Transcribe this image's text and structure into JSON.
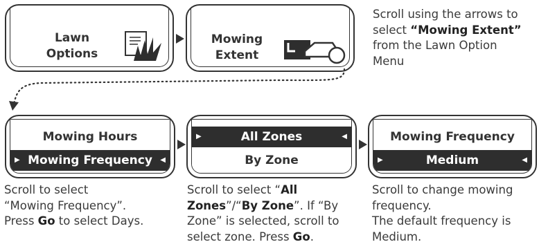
{
  "screens": {
    "lawn_options": {
      "line1": "Lawn",
      "line2": "Options"
    },
    "mowing_extent": {
      "line1": "Mowing",
      "line2": "Extent"
    },
    "frequency_menu": {
      "row1": "Mowing Hours",
      "row2": "Mowing Frequency"
    },
    "zones_menu": {
      "row1": "All Zones",
      "row2": "By Zone"
    },
    "frequency_value": {
      "row1": "Mowing Frequency",
      "row2": "Medium"
    }
  },
  "captions": {
    "top_right": {
      "l1a": "Scroll using the arrows to",
      "l2a": "select ",
      "l2b": "“Mowing Extent”",
      "l3": "from the Lawn Option",
      "l4": "Menu"
    },
    "c1": {
      "l1": "Scroll to select",
      "l2": "“Mowing Frequency”.",
      "l3a": "Press ",
      "l3b": "Go",
      "l3c": " to select Days."
    },
    "c2": {
      "l1a": "Scroll to select “",
      "l1b": "All",
      "l2a": "Zones",
      "l2b": "”/“",
      "l2c": "By Zone",
      "l2d": "”. If “By",
      "l3": "Zone” is selected, scroll to",
      "l4a": "select zone. Press ",
      "l4b": "Go",
      "l4c": "."
    },
    "c3": {
      "l1": "Scroll to change mowing",
      "l2": "frequency.",
      "l3": "The default frequency is",
      "l4": "Medium."
    }
  },
  "icons": {
    "lawn": "lawn-grass-icon",
    "mower": "robot-mower-icon",
    "selector_left": "triangle-right-icon",
    "selector_right": "triangle-left-icon"
  },
  "colors": {
    "dark_row": "#2e2e2e",
    "outline": "#333333",
    "text": "#3a3a3a"
  }
}
